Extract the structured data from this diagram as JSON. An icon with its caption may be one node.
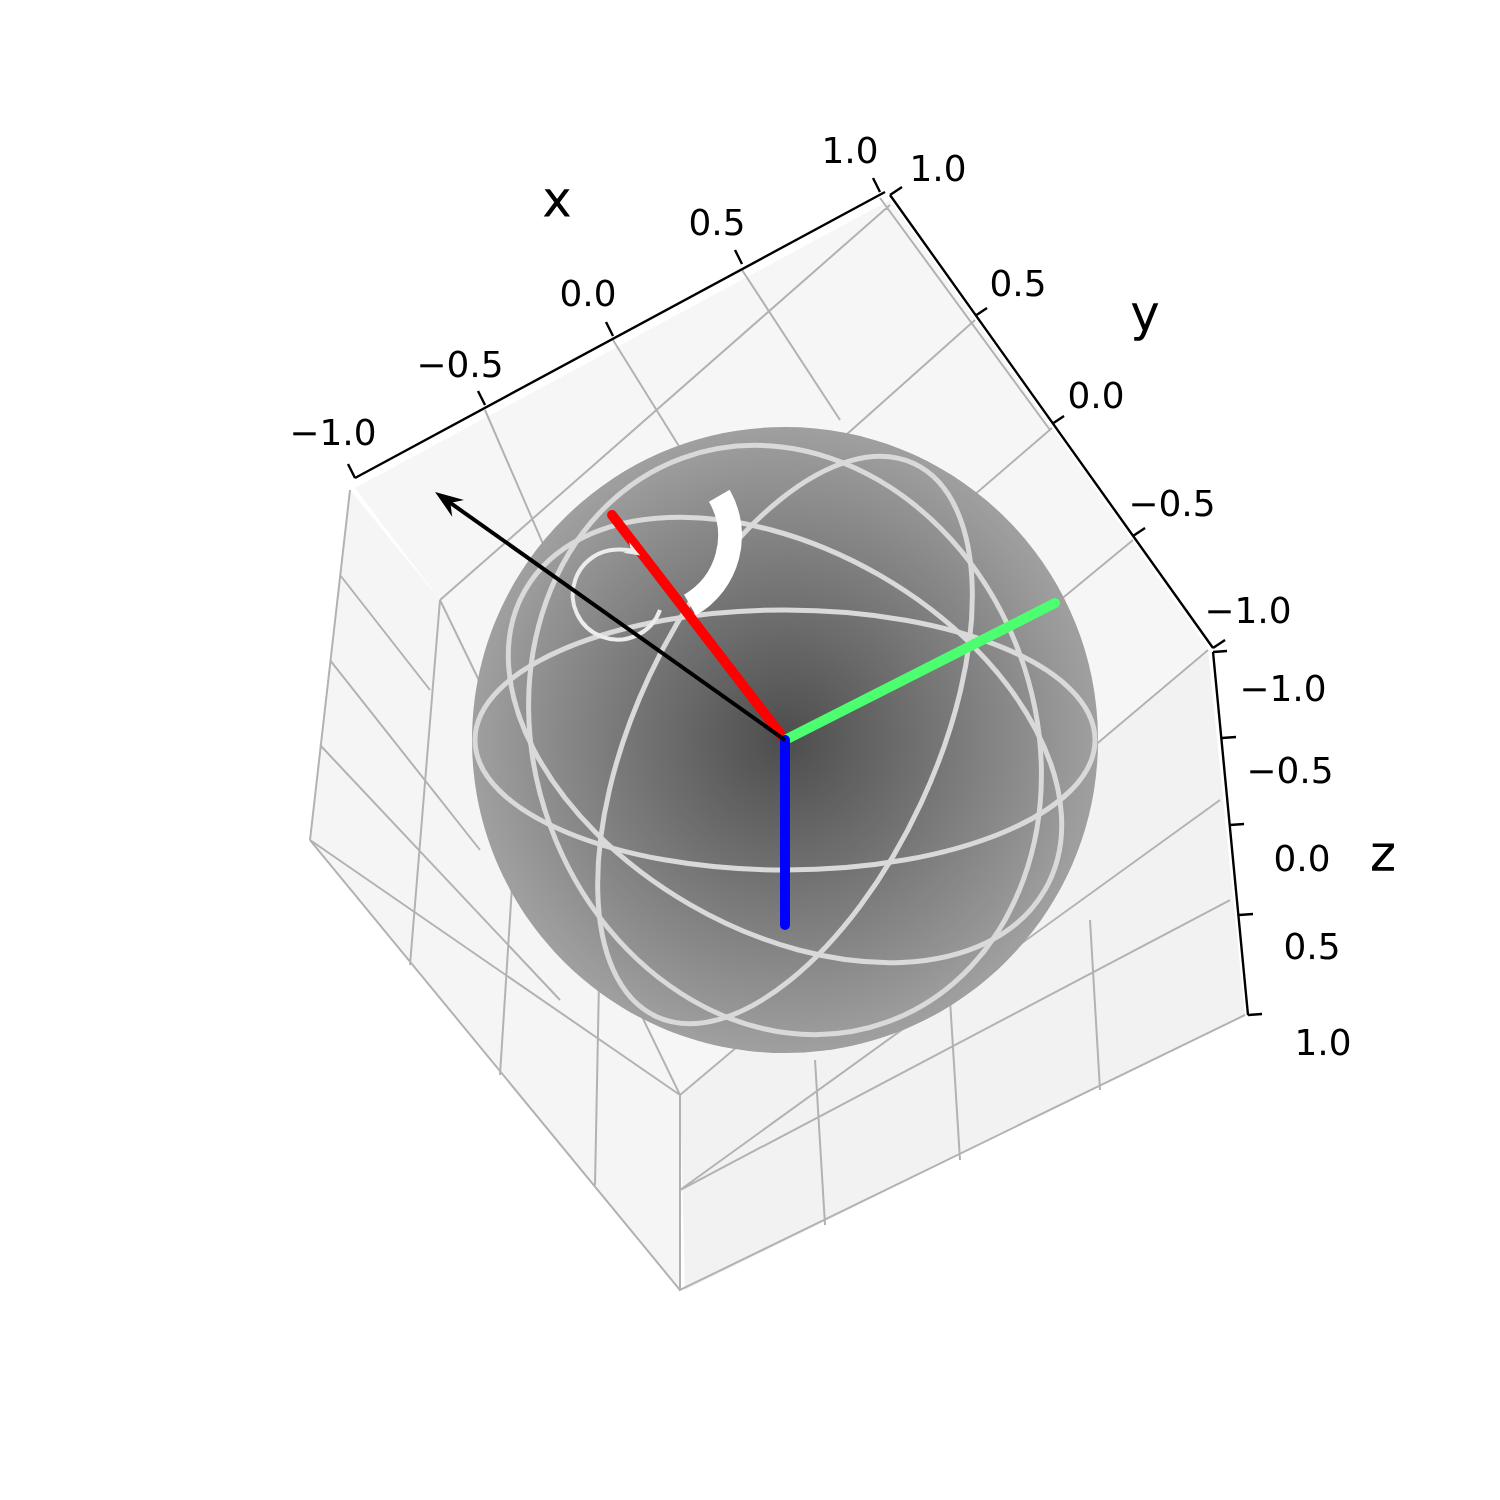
{
  "diagram": {
    "labels": [
      "1.0",
      "1.0",
      "x",
      "0.5",
      "0.0",
      "y",
      "0.5",
      "−0.5",
      "0.0",
      "−1.0",
      "−0.5",
      "−1.0",
      "−1.0",
      "−0.5",
      "0.0",
      "z",
      "0.5",
      "1.0"
    ]
  }
}
